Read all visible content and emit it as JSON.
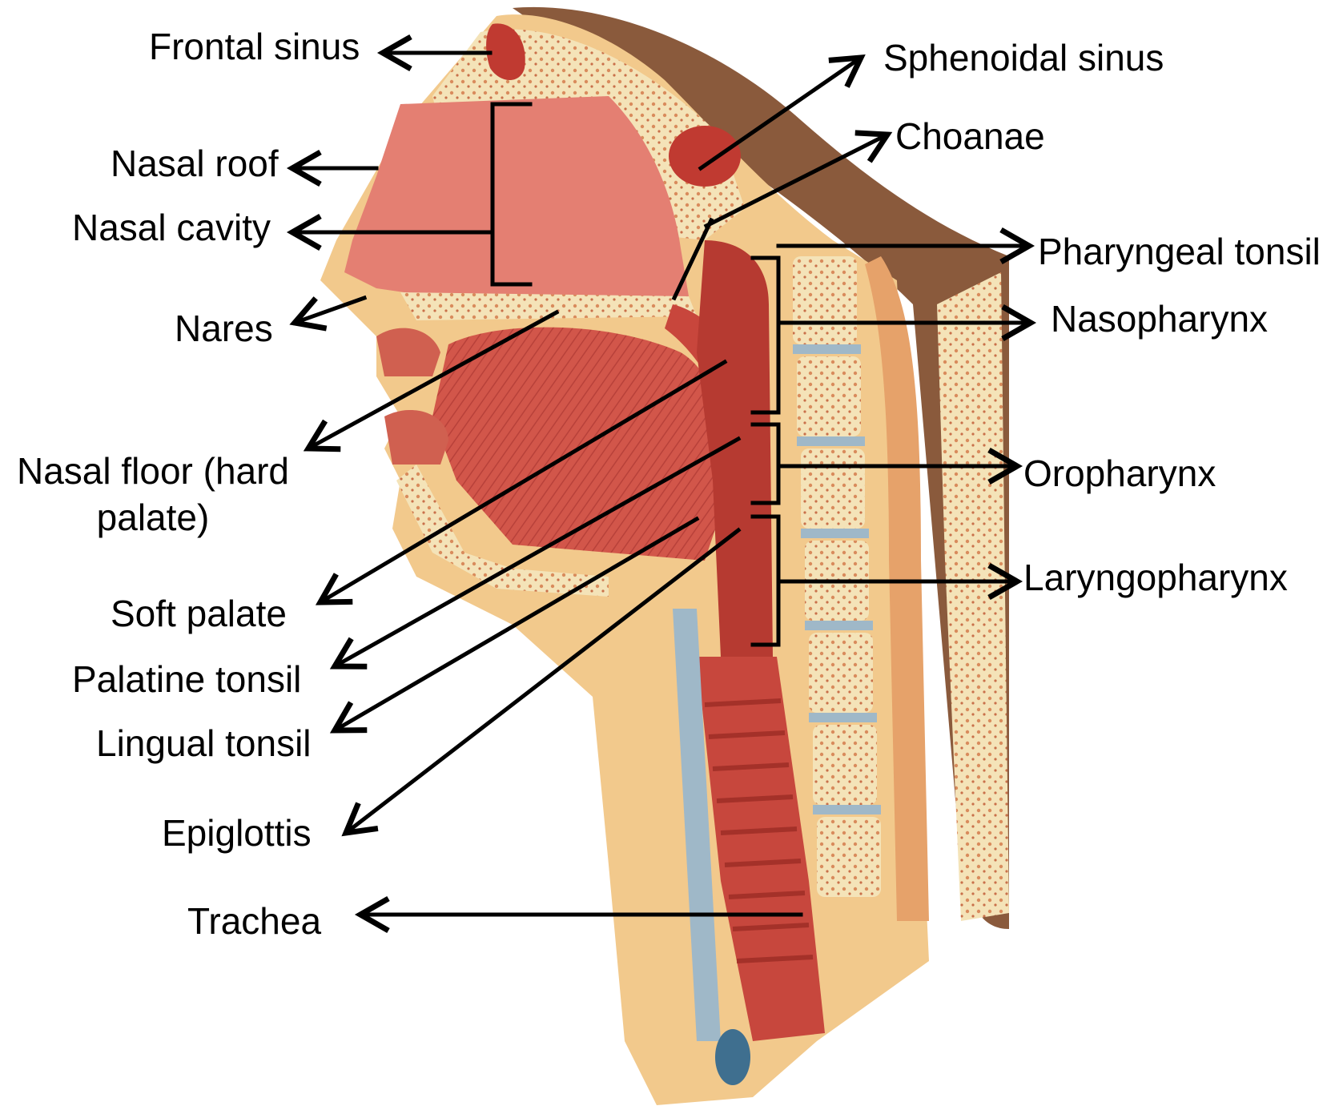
{
  "labels": {
    "frontal_sinus": "Frontal sinus",
    "nasal_roof": "Nasal roof",
    "nasal_cavity": "Nasal cavity",
    "nares": "Nares",
    "nasal_floor": "Nasal floor (hard palate)",
    "soft_palate": "Soft palate",
    "palatine_tonsil": "Palatine tonsil",
    "lingual_tonsil": "Lingual tonsil",
    "epiglottis": "Epiglottis",
    "trachea": "Trachea",
    "sphenoidal_sinus": "Sphenoidal sinus",
    "choanae": "Choanae",
    "pharyngeal_tonsil": "Pharyngeal tonsil",
    "nasopharynx": "Nasopharynx",
    "oropharynx": "Oropharynx",
    "laryngopharynx": "Laryngopharynx"
  },
  "colors": {
    "skin": "#f2c98c",
    "muscle": "#d4574a",
    "muscle_dark": "#a8322c",
    "mucosa": "#e98a7c",
    "bone": "#f4e3b8",
    "bone_spots": "#d98b5c",
    "cartilage": "#9fb8c8",
    "hair": "#8a5a3c",
    "line": "#000000"
  }
}
